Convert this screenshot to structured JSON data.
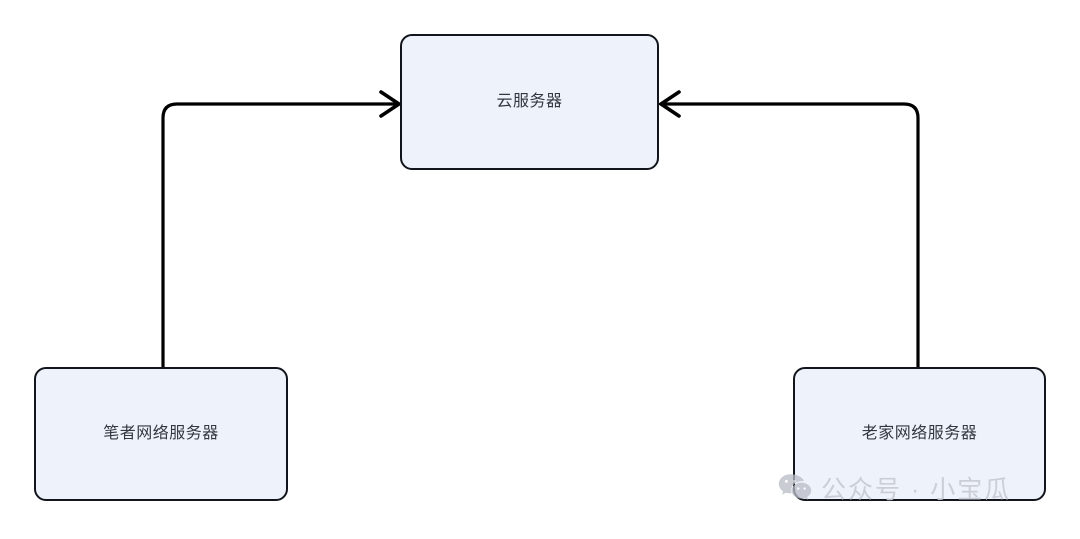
{
  "diagram": {
    "type": "flow-diagram",
    "background_color": "#ffffff",
    "node_fill_color": "#eef2fb",
    "node_border_color": "#12161c",
    "node_text_color": "#333840",
    "connector_color": "#000000",
    "nodes": [
      {
        "id": "cloud-server",
        "label": "云服务器"
      },
      {
        "id": "author-server",
        "label": "笔者网络服务器"
      },
      {
        "id": "hometown-server",
        "label": "老家网络服务器"
      }
    ],
    "connectors": [
      {
        "id": "author-to-cloud",
        "from": "author-server",
        "to": "cloud-server",
        "arrowhead": "to-target"
      },
      {
        "id": "hometown-to-cloud",
        "from": "hometown-server",
        "to": "cloud-server",
        "arrowhead": "to-target"
      }
    ]
  },
  "watermark": {
    "text": "公众号 · 小宝瓜",
    "icon": "wechat-icon",
    "color": "#c9ccd6"
  }
}
